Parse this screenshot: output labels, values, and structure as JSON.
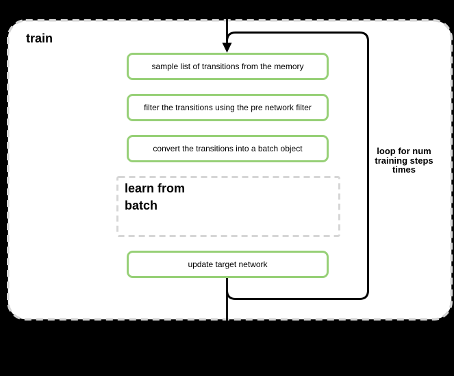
{
  "canvas": {
    "bg_color": "#000000"
  },
  "panel": {
    "title": "train",
    "bg_color": "#ffffff",
    "border_color": "#d6d6d6",
    "border_style": "dashed"
  },
  "nodes": {
    "sample": {
      "label": "sample list of transitions from the memory"
    },
    "filter": {
      "label": "filter the transitions using the pre network filter"
    },
    "convert": {
      "label": "convert the transitions into a batch object"
    },
    "learn": {
      "label": "learn from batch",
      "lines": [
        "learn from",
        "batch"
      ],
      "border_style": "dashed"
    },
    "update": {
      "label": "update target network"
    }
  },
  "loop": {
    "label": "loop for num training steps times",
    "lines": [
      "loop for num",
      "training steps",
      "times"
    ],
    "border_color": "#000000"
  },
  "node_style": {
    "border_color": "#97d077",
    "fill_color": "#ffffff",
    "text_color": "#000000"
  }
}
